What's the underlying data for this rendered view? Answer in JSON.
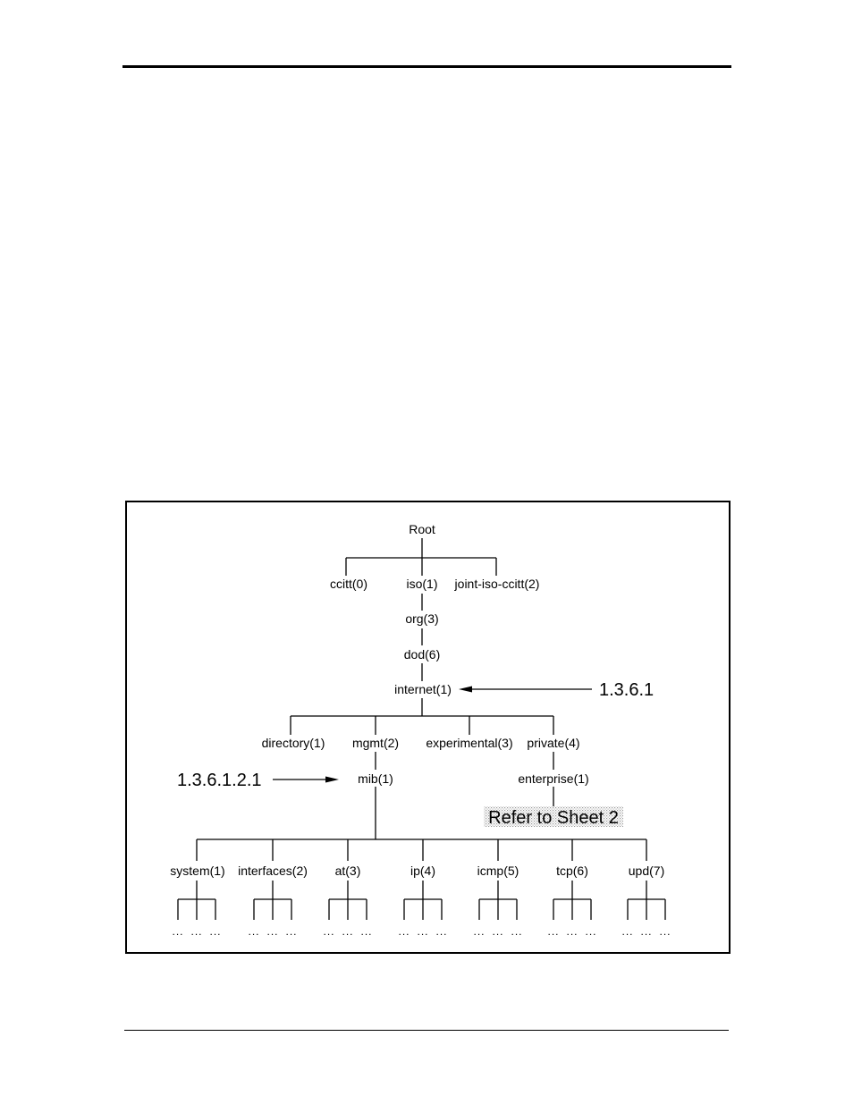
{
  "tree": {
    "root": "Root",
    "level1": [
      "ccitt(0)",
      "iso(1)",
      "joint-iso-ccitt(2)"
    ],
    "org": "org(3)",
    "dod": "dod(6)",
    "internet": "internet(1)",
    "internet_oid": "1.3.6.1",
    "internet_children": [
      "directory(1)",
      "mgmt(2)",
      "experimental(3)",
      "private(4)"
    ],
    "mib": "mib(1)",
    "mib_oid": "1.3.6.1.2.1",
    "enterprise": "enterprise(1)",
    "refer": "Refer to Sheet 2",
    "mib_groups": [
      "system(1)",
      "interfaces(2)",
      "at(3)",
      "ip(4)",
      "icmp(5)",
      "tcp(6)",
      "upd(7)"
    ],
    "leaf_ellipsis": "..."
  }
}
